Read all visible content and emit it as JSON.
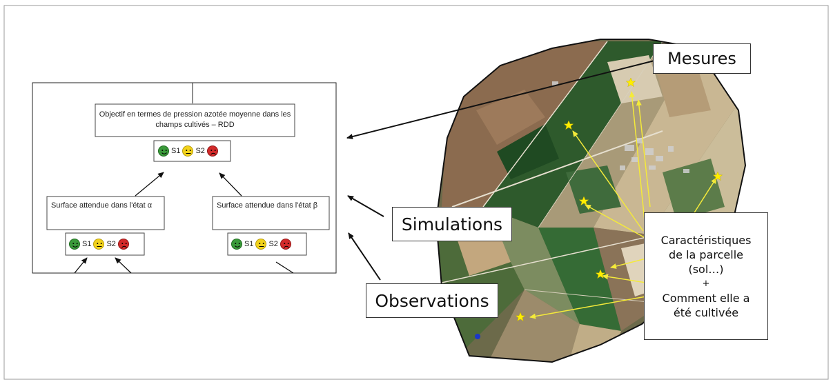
{
  "tree": {
    "top_objective": "Objectif en termes de pression azotée moyenne dans les champs cultivés – RDD",
    "left_surface": "Surface attendue dans l'état α",
    "right_surface": "Surface attendue dans l'état β",
    "scenario_1": "S1",
    "scenario_2": "S2"
  },
  "labels": {
    "mesures": "Mesures",
    "simulations": "Simulations",
    "observations": "Observations",
    "parcel_line1": "Caractéristiques",
    "parcel_line2": "de la parcelle",
    "parcel_line3": "(sol…)",
    "parcel_plus": "+",
    "parcel_line4": "Comment elle a",
    "parcel_line5": "été cultivée"
  },
  "colors": {
    "happy": "#3a9a3a",
    "neutral": "#f2d21b",
    "sad": "#d32a2a",
    "star": "#ffee00",
    "arrow_yellow": "#f4ea3a",
    "arrow_black": "#111111"
  }
}
